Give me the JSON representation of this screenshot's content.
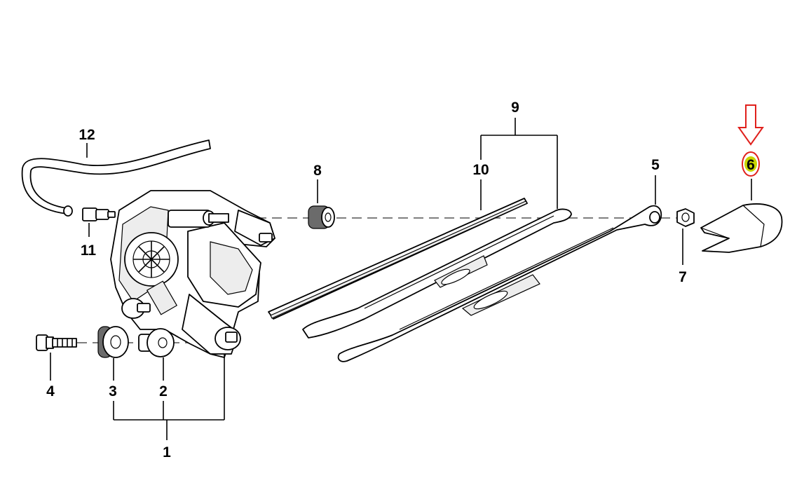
{
  "callouts": {
    "c1": "1",
    "c2": "2",
    "c3": "3",
    "c4": "4",
    "c5": "5",
    "c6": "6",
    "c7": "7",
    "c8": "8",
    "c9": "9",
    "c10": "10",
    "c11": "11",
    "c12": "12"
  },
  "highlight": {
    "arrow_color": "#e0201c",
    "circle_color": "#e0201c",
    "marker_color": "#c8d400"
  }
}
